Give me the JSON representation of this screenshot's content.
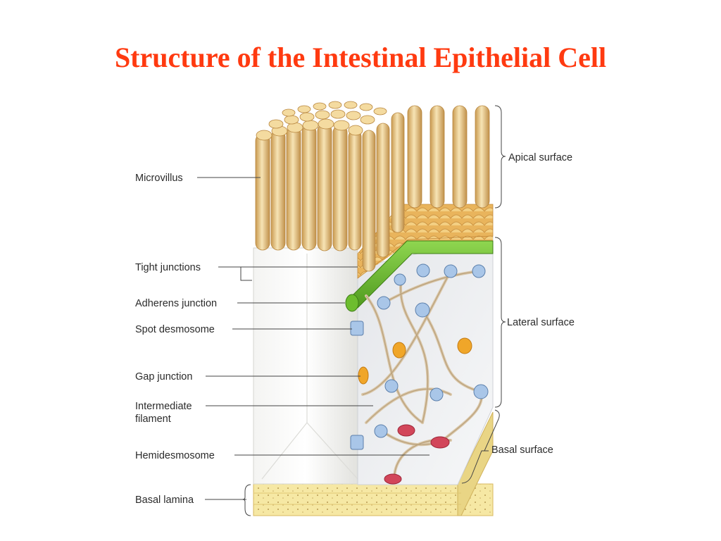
{
  "title": "Structure of the Intestinal Epithelial Cell",
  "labels_left": {
    "microvillus": "Microvillus",
    "tight_junctions": "Tight junctions",
    "adherens_junction": "Adherens junction",
    "spot_desmosome": "Spot desmosome",
    "gap_junction": "Gap junction",
    "intermediate_filament_line1": "Intermediate",
    "intermediate_filament_line2": "filament",
    "hemidesmosome": "Hemidesmosome",
    "basal_lamina": "Basal lamina"
  },
  "labels_right": {
    "apical_surface": "Apical surface",
    "lateral_surface": "Lateral surface",
    "basal_surface": "Basal surface"
  },
  "colors": {
    "title": "#ff3a10",
    "microvilli": "#e7c98a",
    "cytoplasm": "#e9ebee",
    "tight_junction_band": "#6dbd2e",
    "desmosome": "#a9c6e8",
    "gap_junction": "#f0a629",
    "hemidesmosome": "#d2465a",
    "basal_lamina": "#f5e7a0"
  }
}
